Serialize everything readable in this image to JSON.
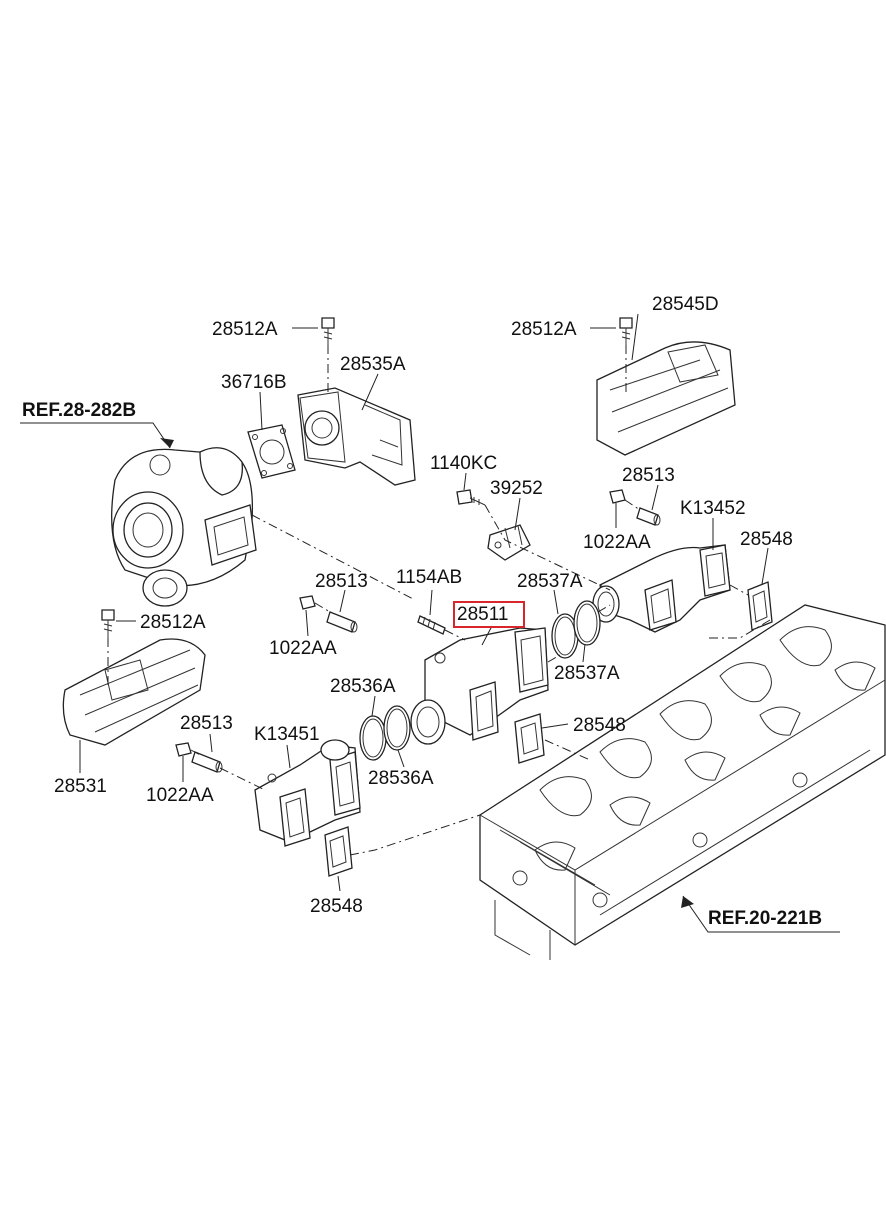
{
  "labels": {
    "ref_turbo": "REF.28-282B",
    "ref_head": "REF.20-221B",
    "bolt_top_left": "28512A",
    "bolt_top_right": "28512A",
    "bolt_left": "28512A",
    "heat_shield_upper": "28545D",
    "heat_shield_lower": "28531",
    "gasket_turbo": "36716B",
    "elbow_turbo": "28535A",
    "bolt_bracket": "1140KC",
    "bracket": "39252",
    "sleeve_right": "28513",
    "sleeve_center": "28513",
    "sleeve_left": "28513",
    "nut_right": "1022AA",
    "nut_center": "1022AA",
    "nut_left": "1022AA",
    "manifold_rear": "K13452",
    "manifold_front": "K13451",
    "gasket_rear": "28548",
    "gasket_center": "28548",
    "gasket_front": "28548",
    "stud": "1154AB",
    "seal_ring_upper_a": "28537A",
    "seal_ring_upper_b": "28537A",
    "manifold_center": "28511",
    "seal_ring_lower_a": "28536A",
    "seal_ring_lower_b": "28536A"
  },
  "highlight_color": "#d9262c",
  "line_color": "#222222"
}
